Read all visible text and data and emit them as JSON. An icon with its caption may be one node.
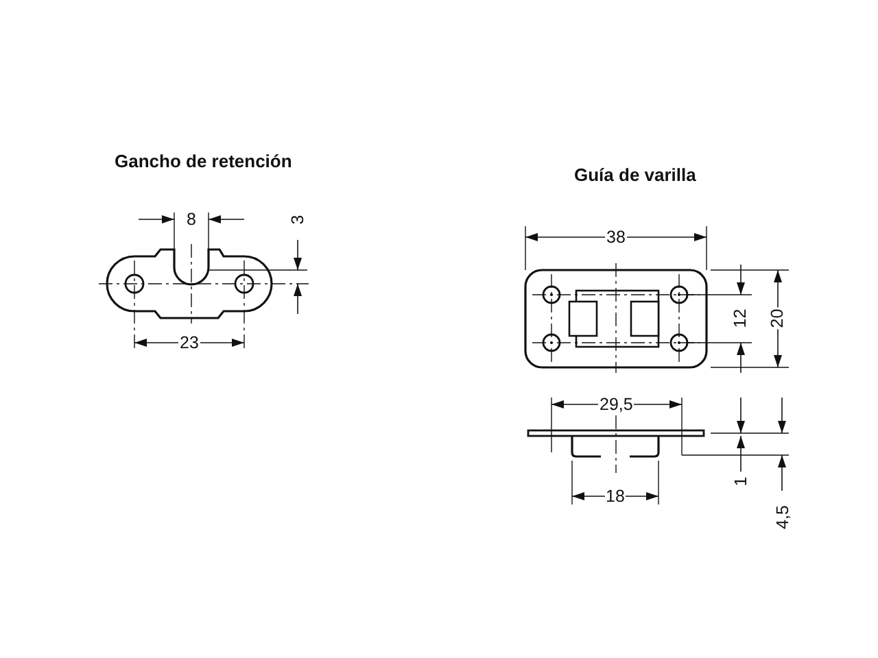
{
  "diagram": {
    "labels": [
      "Gancho de retención",
      "Guía de varilla",
      "8",
      "3",
      "38",
      "23",
      "12",
      "20",
      "29,5",
      "1",
      "4,5",
      "18"
    ]
  }
}
